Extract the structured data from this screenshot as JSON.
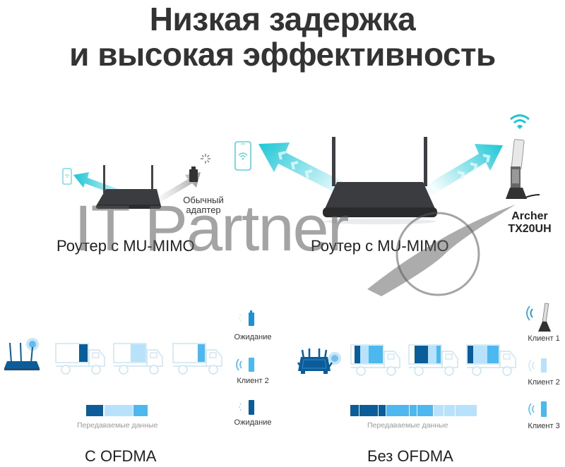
{
  "header": {
    "title_line1": "Низкая задержка",
    "title_line2": "и высокая эффективность"
  },
  "mu_mimo_small": {
    "router_label": "Роутер с MU-MIMO",
    "adapter_label_line1": "Обычный",
    "adapter_label_line2": "адаптер",
    "left_device_icon": "phone-wifi-icon",
    "right_device_icon": "usb-adapter-icon",
    "loading_icon": "loading-spinner-icon"
  },
  "mu_mimo_large": {
    "router_label": "Роутер с MU-MIMO",
    "device_label_line1": "Archer",
    "device_label_line2": "TX20UH",
    "left_device_icon": "phone-wifi-icon",
    "right_device_icon": "usb-adapter-stand-icon",
    "signal_icon": "wifi-icon"
  },
  "watermark": {
    "text": "IT Partner"
  },
  "ofdma": {
    "title": "С OFDMA",
    "data_caption": "Передаваемые данные",
    "clients": [
      {
        "label": "Ожидание",
        "state": "waiting",
        "color": "#1f8fd8"
      },
      {
        "label": "Клиент 2",
        "state": "receiving",
        "color": "#4db8f0"
      },
      {
        "label": "Ожидание",
        "state": "waiting",
        "color": "#0b5d99"
      }
    ],
    "trucks": [
      {
        "cargo": [
          {
            "color": "#0b5d99",
            "w": 0.28
          }
        ]
      },
      {
        "cargo": [
          {
            "color": "#b8e2fb",
            "w": 0.45
          }
        ]
      },
      {
        "cargo": [
          {
            "color": "#4db8f0",
            "w": 0.22
          }
        ]
      }
    ],
    "data_bar": [
      {
        "color": "#0b5d99",
        "w": 24
      },
      {
        "color": "#b8e2fb",
        "w": 40
      },
      {
        "color": "#4db8f0",
        "w": 20
      }
    ]
  },
  "no_ofdma": {
    "title": "Без OFDMA",
    "data_caption": "Передаваемые данные",
    "clients": [
      {
        "label": "Клиент 1",
        "state": "receiving",
        "color": "#555555"
      },
      {
        "label": "Клиент 2",
        "state": "idle",
        "color": "#b8e2fb"
      },
      {
        "label": "Клиент 3",
        "state": "receiving",
        "color": "#4db8f0"
      }
    ],
    "trucks": [
      {
        "cargo": [
          {
            "color": "#0b5d99",
            "w": 0.17
          },
          {
            "color": "#b8e2fb",
            "w": 0.25
          },
          {
            "color": "#4db8f0",
            "w": 0.58
          }
        ]
      },
      {
        "cargo": [
          {
            "color": "#0b5d99",
            "w": 0.45
          },
          {
            "color": "#b8e2fb",
            "w": 0.3
          },
          {
            "color": "#4db8f0",
            "w": 0.15
          }
        ]
      },
      {
        "cargo": [
          {
            "color": "#0b5d99",
            "w": 0.17
          },
          {
            "color": "#b8e2fb",
            "w": 0.45
          },
          {
            "color": "#4db8f0",
            "w": 0.38
          }
        ]
      }
    ],
    "data_bar": [
      {
        "color": "#0b5d99",
        "w": 12
      },
      {
        "color": "#0b5d99",
        "w": 26
      },
      {
        "color": "#0b5d99",
        "w": 10
      },
      {
        "color": "#4db8f0",
        "w": 32
      },
      {
        "color": "#4db8f0",
        "w": 10
      },
      {
        "color": "#4db8f0",
        "w": 22
      },
      {
        "color": "#b8e2fb",
        "w": 14
      },
      {
        "color": "#b8e2fb",
        "w": 14
      },
      {
        "color": "#b8e2fb",
        "w": 30
      }
    ]
  },
  "colors": {
    "dark_blue": "#0b5d99",
    "mid_blue": "#4db8f0",
    "light_blue": "#b8e2fb",
    "cyan_arrow": "#1cc6d6",
    "router_dark": "#333333"
  }
}
